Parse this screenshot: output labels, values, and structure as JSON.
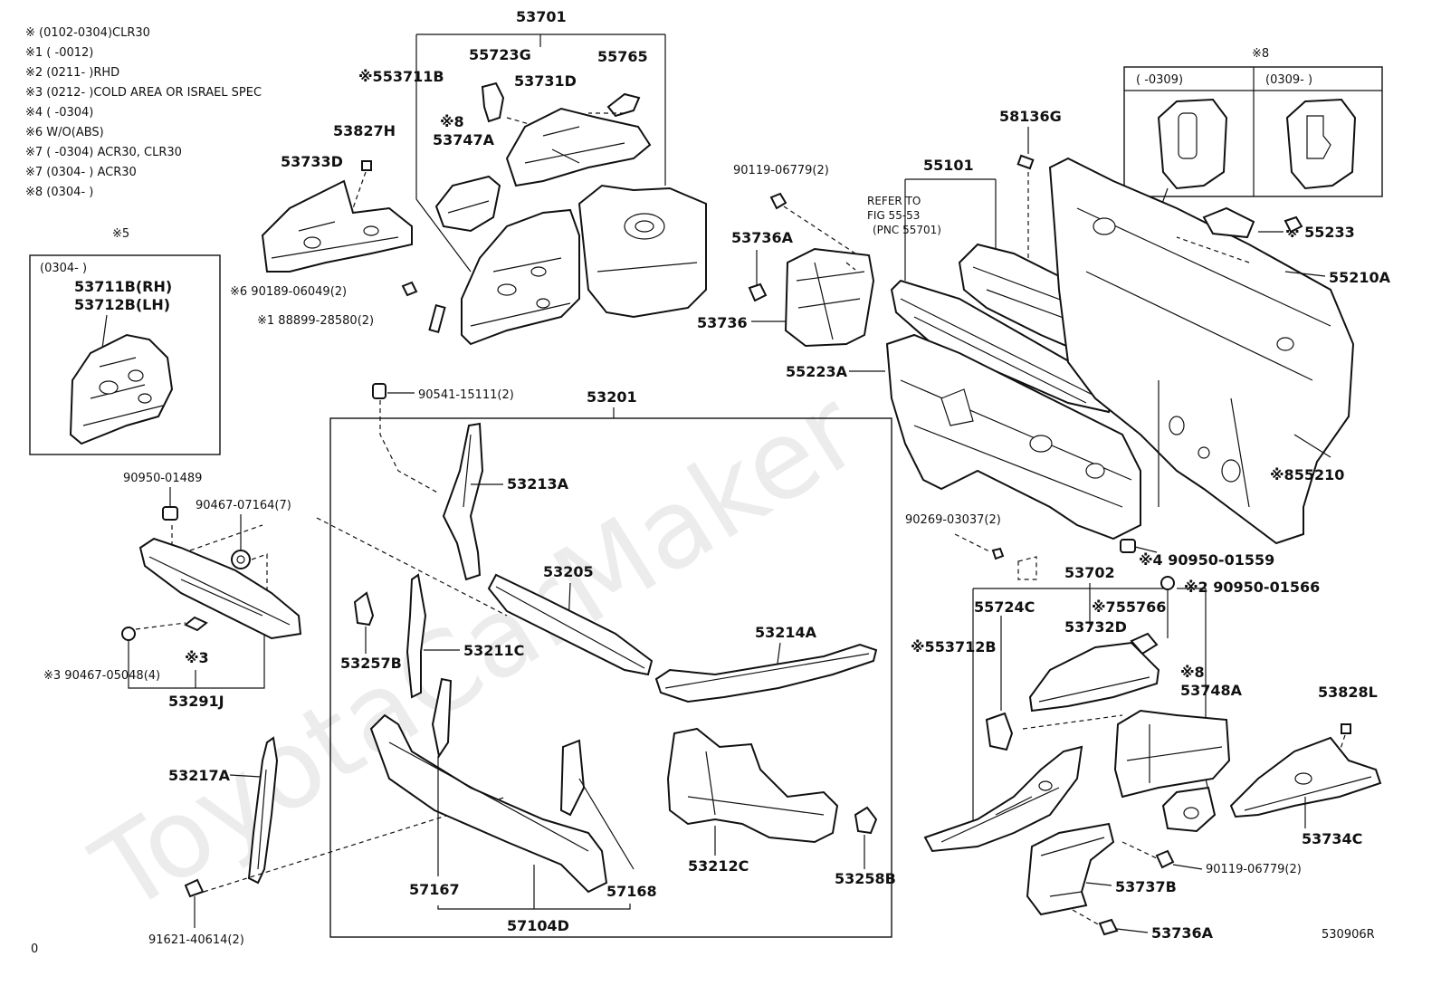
{
  "notes": [
    "※  (0102-0304)CLR30",
    "※1 (        -0012)",
    "※2 (0211-        )RHD",
    "※3 (0212-        )COLD AREA OR ISRAEL SPEC",
    "※4 (        -0304)",
    "※6 W/O(ABS)",
    "※7 (        -0304) ACR30, CLR30",
    "※7 (0304-        ) ACR30",
    "※8 (0304-        )"
  ],
  "inset5": {
    "marker": "※5",
    "range": "(0304-        )",
    "line1": "53711B(RH)",
    "line2": "53712B(LH)"
  },
  "inset8": {
    "marker": "※8",
    "col1": "(        -0309)",
    "col2": "(0309-        )"
  },
  "refer": {
    "line1": "REFER TO",
    "line2": "FIG 55-53",
    "line3": "(PNC 55701)"
  },
  "labels": {
    "p53701": "53701",
    "p55723G": "55723G",
    "p55765": "55765",
    "p53731D": "53731D",
    "p53711B": "※553711B",
    "p53827H": "53827H",
    "p53747A": "※8\n53747A",
    "p53747A_mark": "※8",
    "p53747A_num": "53747A",
    "p53733D": "53733D",
    "p90189": "※6 90189-06049(2)",
    "p88899": "※1 88899-28580(2)",
    "p90119a": "90119-06779(2)",
    "p53736A_a": "53736A",
    "p53736": "53736",
    "p55101": "55101",
    "p58136G": "58136G",
    "p55233": "※ 55233",
    "p55210A": "55210A",
    "p55223A": "55223A",
    "p55210": "※855210",
    "p90541": "90541-15111(2)",
    "p53201": "53201",
    "p53213A": "53213A",
    "p90950_01489": "90950-01489",
    "p90467_07164": "90467-07164(7)",
    "p53205": "53205",
    "p53214A": "53214A",
    "p53257B": "53257B",
    "p53211C": "53211C",
    "p3mark": "※3",
    "p90467_05048": "※3 90467-05048(4)",
    "p53291J": "53291J",
    "p53217A": "53217A",
    "p91621": "91621-40614(2)",
    "p57167": "57167",
    "p57168": "57168",
    "p57104D": "57104D",
    "p53212C": "53212C",
    "p53258B": "53258B",
    "p90269": "90269-03037(2)",
    "p90950_01559": "※4 90950-01559",
    "p53702": "53702",
    "p90950_01566": "※2 90950-01566",
    "p55724C": "55724C",
    "p55766": "※755766",
    "p53732D": "53732D",
    "p53712B": "※553712B",
    "p53748A_mark": "※8",
    "p53748A": "53748A",
    "p53828L": "53828L",
    "p53734C": "53734C",
    "p90119b": "90119-06779(2)",
    "p53737B": "53737B",
    "p53736A_b": "53736A"
  },
  "footer": {
    "left": "0",
    "code": "530906R"
  },
  "watermark": "ToyotaCarMaker"
}
